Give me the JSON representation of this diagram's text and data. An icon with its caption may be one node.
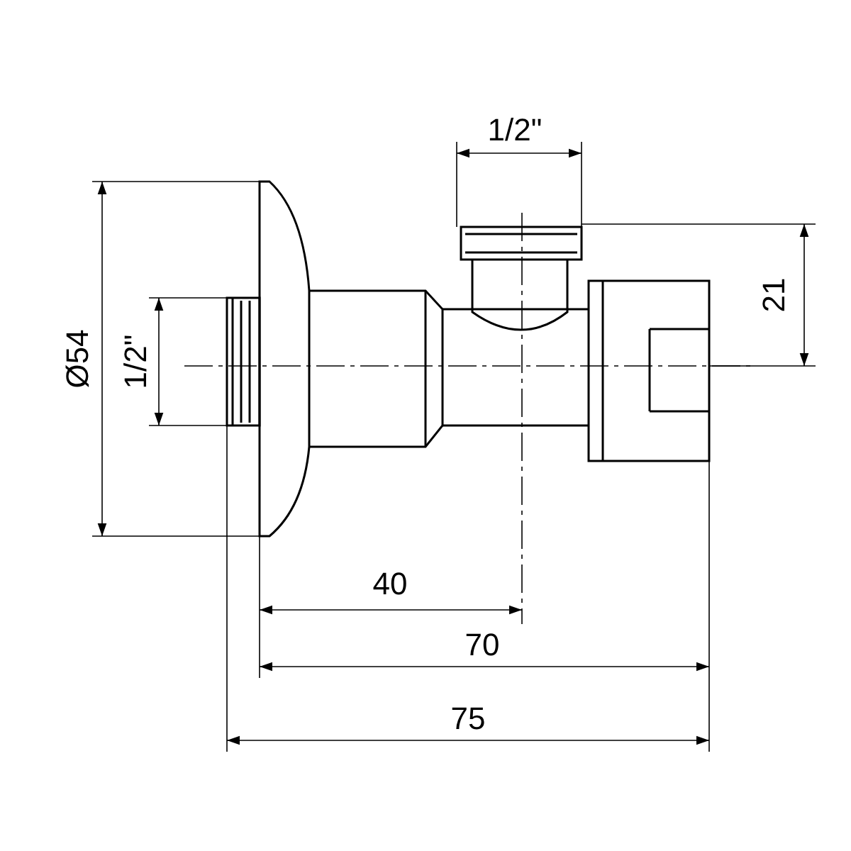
{
  "diagram": {
    "labels": [
      "1/2\"",
      "21",
      "Ø54",
      "1/2\"",
      "40",
      "70",
      "75"
    ]
  }
}
